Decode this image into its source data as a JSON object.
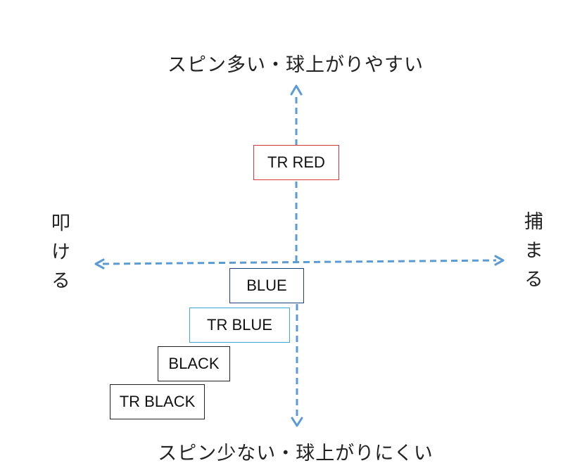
{
  "axes": {
    "top": "スピン多い・球上がりやすい",
    "bottom": "スピン少ない・球上がりにくい",
    "left": "叩ける",
    "right": "捕まる"
  },
  "arrow_color": "#5b9bd5",
  "models": [
    {
      "label": "TR RED",
      "border_color": "#d9383a"
    },
    {
      "label": "BLUE",
      "border_color": "#1f3f7a"
    },
    {
      "label": "TR BLUE",
      "border_color": "#3fa9d6"
    },
    {
      "label": "BLACK",
      "border_color": "#222222"
    },
    {
      "label": "TR BLACK",
      "border_color": "#222222"
    }
  ]
}
